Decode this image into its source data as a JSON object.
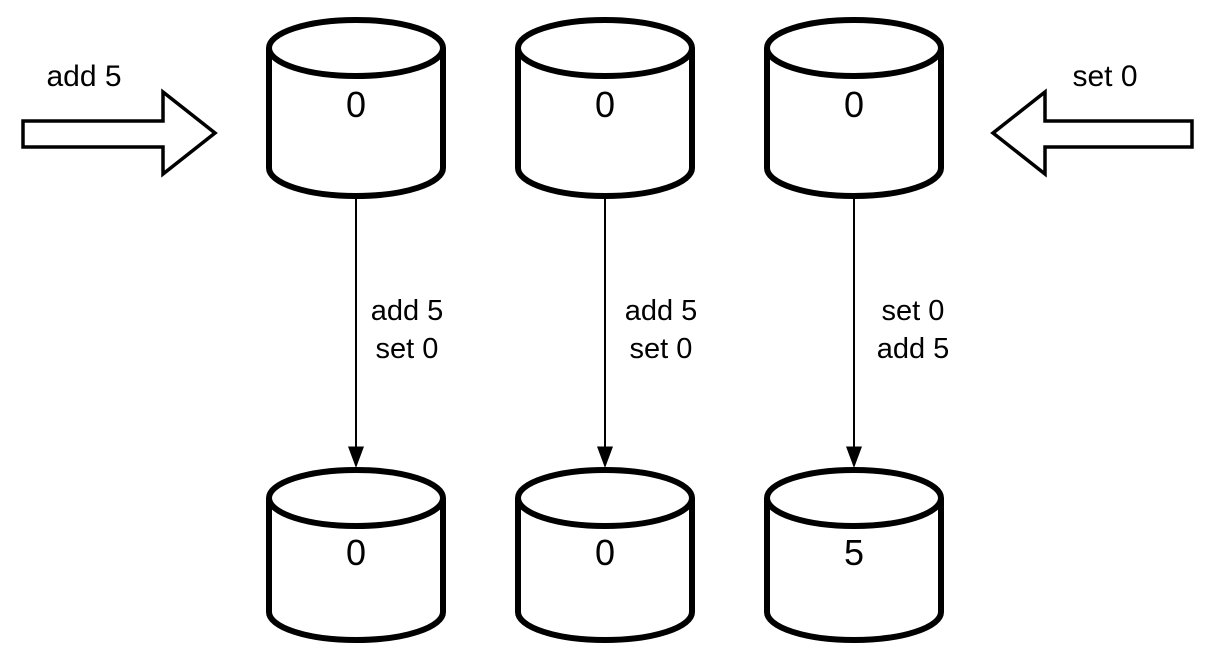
{
  "colors": {
    "stroke": "#000000",
    "fill": "#ffffff",
    "text": "#000000"
  },
  "diagram": {
    "incoming_left": {
      "label": "add 5",
      "direction": "right"
    },
    "incoming_right": {
      "label": "set 0",
      "direction": "left"
    },
    "replicas": [
      {
        "initial_value": "0",
        "ops": [
          "add 5",
          "set 0"
        ],
        "final_value": "0"
      },
      {
        "initial_value": "0",
        "ops": [
          "add 5",
          "set 0"
        ],
        "final_value": "0"
      },
      {
        "initial_value": "0",
        "ops": [
          "set 0",
          "add 5"
        ],
        "final_value": "5"
      }
    ]
  }
}
